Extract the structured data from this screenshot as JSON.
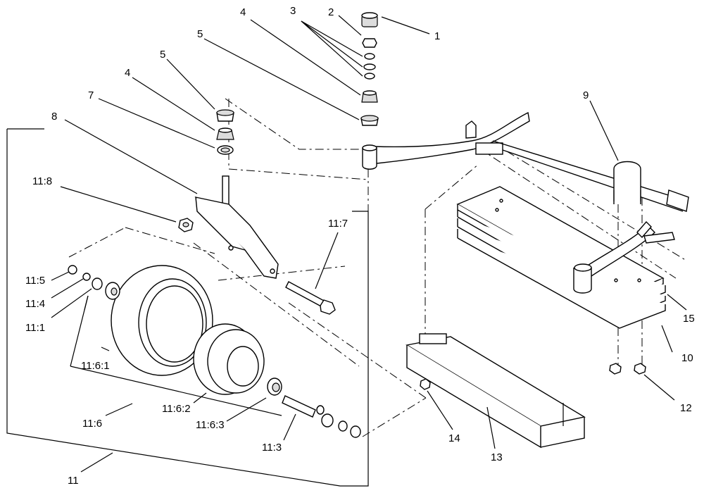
{
  "callouts": {
    "c1": "1",
    "c2": "2",
    "c3": "3",
    "c4a": "4",
    "c4b": "4",
    "c5a": "5",
    "c5b": "5",
    "c7": "7",
    "c8": "8",
    "c9": "9",
    "c10": "10",
    "c11": "11",
    "c11_1": "11:1",
    "c11_3": "11:3",
    "c11_4": "11:4",
    "c11_5": "11:5",
    "c11_6": "11:6",
    "c11_6_1": "11:6:1",
    "c11_6_2": "11:6:2",
    "c11_6_3": "11:6:3",
    "c11_7": "11:7",
    "c11_8": "11:8",
    "c12": "12",
    "c13": "13",
    "c14": "14",
    "c15": "15"
  }
}
